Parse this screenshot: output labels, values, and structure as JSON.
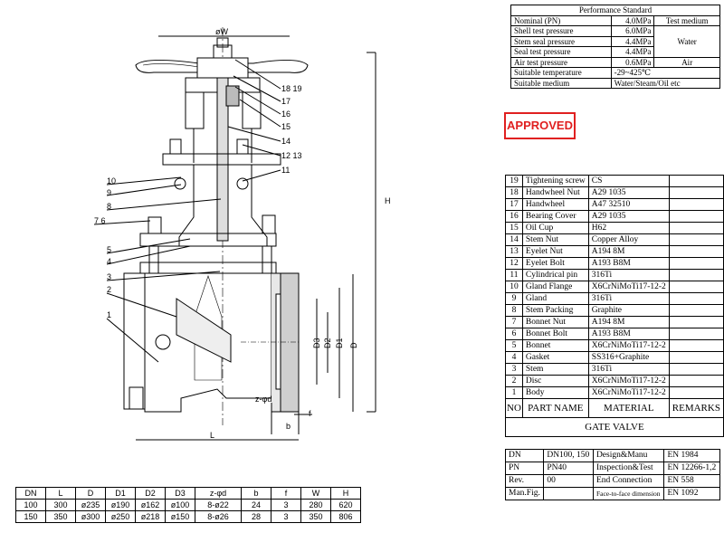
{
  "performance": {
    "title": "Performance Standard",
    "rows": [
      {
        "label": "Nominal (PN)",
        "value": "4.0MPa",
        "medium": "Test medium"
      },
      {
        "label": "Shell test pressure",
        "value": "6.0MPa",
        "medium": ""
      },
      {
        "label": "Stem seal pressure",
        "value": "4.4MPa",
        "medium": "Water"
      },
      {
        "label": "Seal test pressure",
        "value": "4.4MPa",
        "medium": ""
      },
      {
        "label": "Air test pressure",
        "value": "0.6MPa",
        "medium": "Air"
      }
    ],
    "temperature_label": "Suitable temperature",
    "temperature_value": "-29~425℃",
    "medium_label": "Suitable medium",
    "medium_value": "Water/Steam/Oil etc"
  },
  "stamp": {
    "text": "APPROVED",
    "color": "#e02020"
  },
  "parts": {
    "items": [
      {
        "no": "19",
        "name": "Tightening screw",
        "material": "CS",
        "remarks": ""
      },
      {
        "no": "18",
        "name": "Handwheel Nut",
        "material": "A29 1035",
        "remarks": ""
      },
      {
        "no": "17",
        "name": "Handwheel",
        "material": "A47 32510",
        "remarks": ""
      },
      {
        "no": "16",
        "name": "Bearing Cover",
        "material": "A29 1035",
        "remarks": ""
      },
      {
        "no": "15",
        "name": "Oil Cup",
        "material": "H62",
        "remarks": ""
      },
      {
        "no": "14",
        "name": "Stem Nut",
        "material": "Copper Alloy",
        "remarks": ""
      },
      {
        "no": "13",
        "name": "Eyelet Nut",
        "material": "A194 8M",
        "remarks": ""
      },
      {
        "no": "12",
        "name": "Eyelet Bolt",
        "material": "A193 B8M",
        "remarks": ""
      },
      {
        "no": "11",
        "name": "Cylindrical pin",
        "material": "316Ti",
        "remarks": ""
      },
      {
        "no": "10",
        "name": "Gland Flange",
        "material": "X6CrNiMoTi17-12-2",
        "remarks": ""
      },
      {
        "no": "9",
        "name": "Gland",
        "material": "316Ti",
        "remarks": ""
      },
      {
        "no": "8",
        "name": "Stem Packing",
        "material": "Graphite",
        "remarks": ""
      },
      {
        "no": "7",
        "name": "Bonnet Nut",
        "material": "A194 8M",
        "remarks": ""
      },
      {
        "no": "6",
        "name": "Bonnet Bolt",
        "material": "A193 B8M",
        "remarks": ""
      },
      {
        "no": "5",
        "name": "Bonnet",
        "material": "X6CrNiMoTi17-12-2",
        "remarks": ""
      },
      {
        "no": "4",
        "name": "Gasket",
        "material": "SS316+Graphite",
        "remarks": ""
      },
      {
        "no": "3",
        "name": "Stem",
        "material": "316Ti",
        "remarks": ""
      },
      {
        "no": "2",
        "name": "Disc",
        "material": "X6CrNiMoTi17-12-2",
        "remarks": ""
      },
      {
        "no": "1",
        "name": "Body",
        "material": "X6CrNiMoTi17-12-2",
        "remarks": ""
      }
    ],
    "header": {
      "no": "NO",
      "name": "PART NAME",
      "material": "MATERIAL",
      "remarks": "REMARKS"
    },
    "title": "GATE VALVE"
  },
  "info": {
    "rows": [
      {
        "k1": "DN",
        "v1": "DN100, 150",
        "k2": "Design&Manu",
        "v2": "EN 1984"
      },
      {
        "k1": "PN",
        "v1": "PN40",
        "k2": "Inspection&Test",
        "v2": "EN 12266-1,2"
      },
      {
        "k1": "Rev.",
        "v1": "00",
        "k2": "End Connection",
        "v2": "EN 558"
      },
      {
        "k1": "Man.Fig.",
        "v1": "",
        "k2": "Face-to-face dimension",
        "v2": "EN 1092"
      }
    ]
  },
  "dimensions": {
    "headers": [
      "DN",
      "L",
      "D",
      "D1",
      "D2",
      "D3",
      "z-φd",
      "b",
      "f",
      "W",
      "H"
    ],
    "rows": [
      [
        "100",
        "300",
        "ø235",
        "ø190",
        "ø162",
        "ø100",
        "8-ø22",
        "24",
        "3",
        "280",
        "620"
      ],
      [
        "150",
        "350",
        "ø300",
        "ø250",
        "ø218",
        "ø150",
        "8-ø26",
        "28",
        "3",
        "350",
        "806"
      ]
    ]
  },
  "drawing": {
    "labels": {
      "W": "øW",
      "H": "H",
      "L": "L",
      "D": "D",
      "D1": "D1",
      "D2": "D2",
      "D3": "D3",
      "zd": "z-φd",
      "b": "b",
      "f": "f"
    },
    "callouts_left": [
      "10",
      "9",
      "8",
      "7  6",
      "5",
      "4",
      "3",
      "2",
      "1"
    ],
    "callouts_right": [
      "18  19",
      "17",
      "16",
      "15",
      "14",
      "12  13",
      "11"
    ]
  }
}
